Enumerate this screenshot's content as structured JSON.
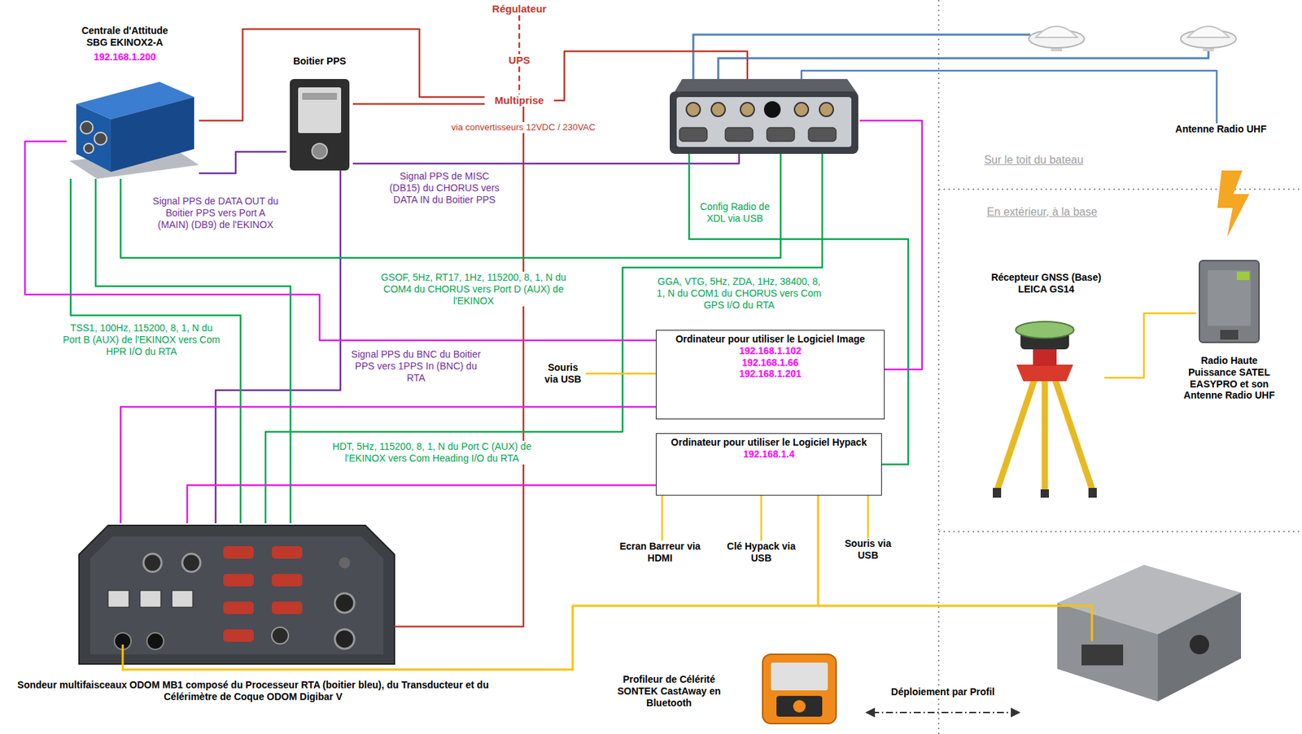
{
  "diagram": {
    "nodes": [
      {
        "text": [
          "Centrale d'Attitude SBG EKINOX2-A",
          "192.168.1.200"
        ]
      },
      {
        "text": [
          "Boitier PPS"
        ]
      },
      {
        "text": [
          "Régulateur"
        ]
      },
      {
        "text": [
          "UPS"
        ]
      },
      {
        "text": [
          "Multiprise"
        ]
      },
      {
        "text": []
      },
      {
        "text": [
          "Antenne Radio UHF"
        ]
      },
      {
        "text": [
          "Ordinateur pour utiliser le Logiciel Image",
          "192.168.1.102",
          "192.168.1.66",
          "192.168.1.201"
        ]
      },
      {
        "text": [
          "Souris via USB"
        ]
      },
      {
        "text": [
          "Ordinateur pour utiliser le Logiciel Hypack",
          "192.168.1.4"
        ]
      },
      {
        "text": [
          "Ecran Barreur via HDMI"
        ]
      },
      {
        "text": [
          "Clé Hypack via USB"
        ]
      },
      {
        "text": [
          "Souris via USB"
        ]
      },
      {
        "text": [
          "Sondeur multifaisceaux ODOM MB1 composé du Processeur RTA (boitier bleu), du Transducteur et du Célérimètre de Coque ODOM Digibar V"
        ]
      },
      {
        "text": [
          "Profileur de Célérité SONTEK CastAway en Bluetooth"
        ]
      },
      {
        "text": [
          "Récepteur GNSS (Base) LEICA GS14"
        ]
      },
      {
        "text": [
          "Radio Haute Puissance SATEL EASYPRO et son Antenne Radio UHF"
        ]
      }
    ],
    "edges": [
      {
        "from": 2,
        "to": 3,
        "arrow": "none"
      },
      {
        "from": 3,
        "to": 4,
        "arrow": "none"
      },
      {
        "from": 0,
        "to": 4,
        "arrow": "none"
      },
      {
        "from": 1,
        "to": 4,
        "arrow": "none"
      },
      {
        "from": 4,
        "to": 5,
        "arrow": "none"
      },
      {
        "from": 4,
        "to": 13,
        "arrow": "none"
      },
      {
        "from": 1,
        "to": 0,
        "label": "Signal PPS de DATA OUT du Boitier PPS vers Port A (MAIN) (DB9) de l'EKINOX",
        "arrow": "none"
      },
      {
        "from": 5,
        "to": 1,
        "label": "Signal PPS de MISC (DB15) du CHORUS vers DATA IN du Boitier PPS",
        "arrow": "none"
      },
      {
        "from": 1,
        "to": 13,
        "label": "Signal PPS du BNC du Boitier PPS vers 1PPS In (BNC) du RTA",
        "arrow": "none"
      },
      {
        "from": 5,
        "to": 0,
        "label": "GSOF, 5Hz, RT17, 1Hz, 115200, 8, 1, N du COM4 du CHORUS vers Port D (AUX) de l'EKINOX",
        "arrow": "none"
      },
      {
        "from": 5,
        "to": 13,
        "label": "GGA, VTG, 5Hz, ZDA, 1Hz, 38400, 8, 1, N du COM1 du CHORUS vers Com GPS I/O du RTA",
        "arrow": "none"
      },
      {
        "from": 0,
        "to": 13,
        "label": "TSS1, 100Hz, 115200, 8, 1, N du Port B (AUX) de l'EKINOX vers Com HPR I/O du RTA",
        "arrow": "none"
      },
      {
        "from": 0,
        "to": 13,
        "label": "HDT, 5Hz, 115200, 8, 1, N du Port C (AUX) de l'EKINOX vers Com Heading I/O du RTA",
        "arrow": "none"
      },
      {
        "from": 5,
        "to": 9,
        "label": "Config Radio de XDL via USB",
        "arrow": "none"
      },
      {
        "from": 0,
        "to": 7,
        "arrow": "none"
      },
      {
        "from": 5,
        "to": 7,
        "arrow": "none"
      },
      {
        "from": 7,
        "to": 13,
        "arrow": "none"
      },
      {
        "from": 9,
        "to": 13,
        "arrow": "none"
      },
      {
        "from": 8,
        "to": 7,
        "arrow": "none"
      },
      {
        "from": 9,
        "to": 10,
        "arrow": "none"
      },
      {
        "from": 9,
        "to": 11,
        "arrow": "none"
      },
      {
        "from": 9,
        "to": 12,
        "arrow": "none"
      },
      {
        "from": 5,
        "to": 6,
        "arrow": "none"
      },
      {
        "from": 15,
        "to": 16,
        "arrow": "none"
      }
    ],
    "labels": [
      "via convertisseurs 12VDC / 230VAC",
      "Sur le toit du bateau",
      "En extérieur, à la base",
      "Déploiement par Profil"
    ]
  }
}
